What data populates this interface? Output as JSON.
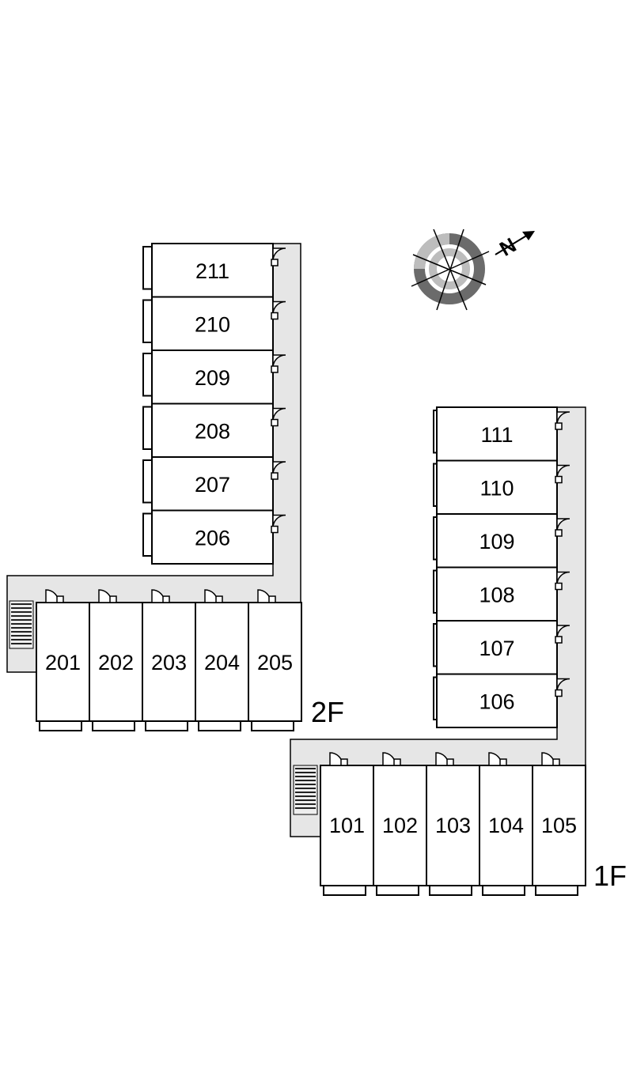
{
  "compass": {
    "north_label": "N",
    "icon": "compass-rose-icon"
  },
  "floors": [
    {
      "label": "2F",
      "vertical_units": [
        "211",
        "210",
        "209",
        "208",
        "207",
        "206"
      ],
      "horizontal_units": [
        "201",
        "202",
        "203",
        "204",
        "205"
      ]
    },
    {
      "label": "1F",
      "vertical_units": [
        "111",
        "110",
        "109",
        "108",
        "107",
        "106"
      ],
      "horizontal_units": [
        "101",
        "102",
        "103",
        "104",
        "105"
      ]
    }
  ],
  "colors": {
    "corridor": "#e6e6e6",
    "compass_dark": "#6b6b6b",
    "compass_light": "#bdbdbd"
  }
}
